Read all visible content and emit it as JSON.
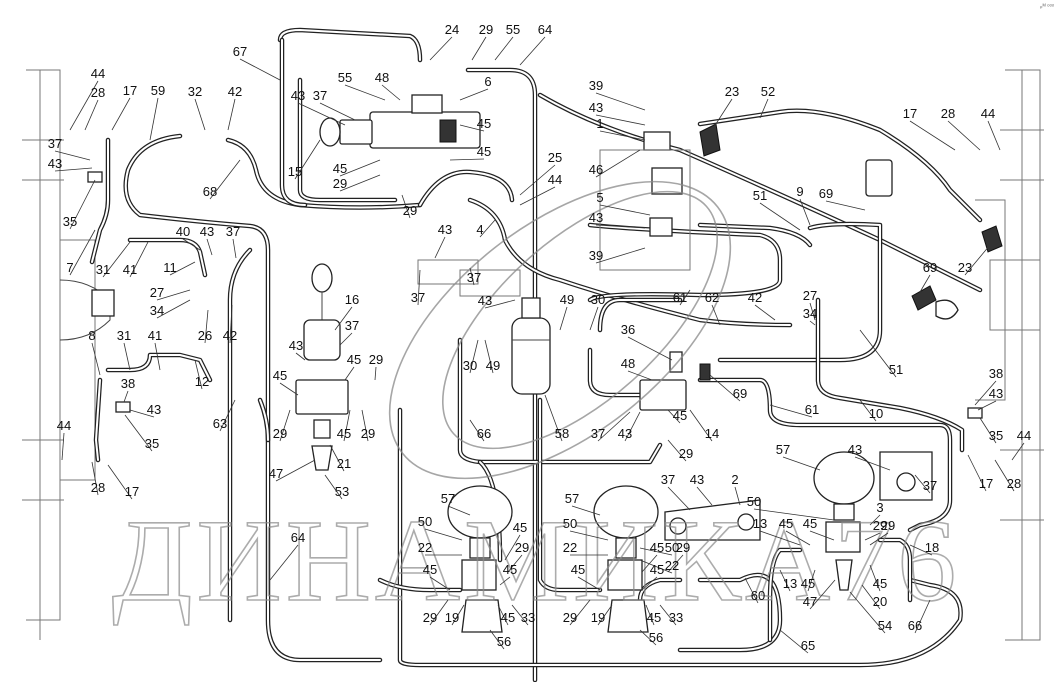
{
  "watermark": "ДИНАМИКА76",
  "corner_mark": "ₚᴹ ᵒᵒᵒ",
  "callouts": [
    {
      "id": "c44a",
      "label": "44"
    },
    {
      "id": "c28a",
      "label": "28"
    },
    {
      "id": "c17a",
      "label": "17"
    },
    {
      "id": "c59",
      "label": "59"
    },
    {
      "id": "c32",
      "label": "32"
    },
    {
      "id": "c42a",
      "label": "42"
    },
    {
      "id": "c37a",
      "label": "37"
    },
    {
      "id": "c43a",
      "label": "43"
    },
    {
      "id": "c35a",
      "label": "35"
    },
    {
      "id": "c7",
      "label": "7"
    },
    {
      "id": "c31a",
      "label": "31"
    },
    {
      "id": "c41a",
      "label": "41"
    },
    {
      "id": "c40",
      "label": "40"
    },
    {
      "id": "c11",
      "label": "11"
    },
    {
      "id": "c43b",
      "label": "43"
    },
    {
      "id": "c37b",
      "label": "37"
    },
    {
      "id": "c27a",
      "label": "27"
    },
    {
      "id": "c34a",
      "label": "34"
    },
    {
      "id": "c26",
      "label": "26"
    },
    {
      "id": "c42b",
      "label": "42"
    },
    {
      "id": "c8",
      "label": "8"
    },
    {
      "id": "c31b",
      "label": "31"
    },
    {
      "id": "c41b",
      "label": "41"
    },
    {
      "id": "c12",
      "label": "12"
    },
    {
      "id": "c38a",
      "label": "38"
    },
    {
      "id": "c43c",
      "label": "43"
    },
    {
      "id": "c35b",
      "label": "35"
    },
    {
      "id": "c44b",
      "label": "44"
    },
    {
      "id": "c28b",
      "label": "28"
    },
    {
      "id": "c17b",
      "label": "17"
    },
    {
      "id": "c67",
      "label": "67"
    },
    {
      "id": "c68",
      "label": "68"
    },
    {
      "id": "c43d",
      "label": "43"
    },
    {
      "id": "c37c",
      "label": "37"
    },
    {
      "id": "c55a",
      "label": "55"
    },
    {
      "id": "c48a",
      "label": "48"
    },
    {
      "id": "c24",
      "label": "24"
    },
    {
      "id": "c29a",
      "label": "29"
    },
    {
      "id": "c55b",
      "label": "55"
    },
    {
      "id": "c64a",
      "label": "64"
    },
    {
      "id": "c6",
      "label": "6"
    },
    {
      "id": "c45a",
      "label": "45"
    },
    {
      "id": "c45b",
      "label": "45"
    },
    {
      "id": "c15",
      "label": "15"
    },
    {
      "id": "c45c",
      "label": "45"
    },
    {
      "id": "c29b",
      "label": "29"
    },
    {
      "id": "c29c",
      "label": "29"
    },
    {
      "id": "c25",
      "label": "25"
    },
    {
      "id": "c44c",
      "label": "44"
    },
    {
      "id": "c4",
      "label": "4"
    },
    {
      "id": "c43e",
      "label": "43"
    },
    {
      "id": "c37d",
      "label": "37"
    },
    {
      "id": "c37e",
      "label": "37"
    },
    {
      "id": "c43f",
      "label": "43"
    },
    {
      "id": "c39a",
      "label": "39"
    },
    {
      "id": "c43g",
      "label": "43"
    },
    {
      "id": "c1",
      "label": "1"
    },
    {
      "id": "c23a",
      "label": "23"
    },
    {
      "id": "c52",
      "label": "52"
    },
    {
      "id": "c46",
      "label": "46"
    },
    {
      "id": "c5",
      "label": "5"
    },
    {
      "id": "c43h",
      "label": "43"
    },
    {
      "id": "c39b",
      "label": "39"
    },
    {
      "id": "c17c",
      "label": "17"
    },
    {
      "id": "c28c",
      "label": "28"
    },
    {
      "id": "c44d",
      "label": "44"
    },
    {
      "id": "c9",
      "label": "9"
    },
    {
      "id": "c69a",
      "label": "69"
    },
    {
      "id": "c51a",
      "label": "51"
    },
    {
      "id": "c23b",
      "label": "23"
    },
    {
      "id": "c69b",
      "label": "69"
    },
    {
      "id": "c61a",
      "label": "61"
    },
    {
      "id": "c62",
      "label": "62"
    },
    {
      "id": "c42c",
      "label": "42"
    },
    {
      "id": "c27b",
      "label": "27"
    },
    {
      "id": "c34b",
      "label": "34"
    },
    {
      "id": "c51b",
      "label": "51"
    },
    {
      "id": "c16",
      "label": "16"
    },
    {
      "id": "c37f",
      "label": "37"
    },
    {
      "id": "c43i",
      "label": "43"
    },
    {
      "id": "c45d",
      "label": "45"
    },
    {
      "id": "c29d",
      "label": "29"
    },
    {
      "id": "c45e",
      "label": "45"
    },
    {
      "id": "c63",
      "label": "63"
    },
    {
      "id": "c29e",
      "label": "29"
    },
    {
      "id": "c45f",
      "label": "45"
    },
    {
      "id": "c29f",
      "label": "29"
    },
    {
      "id": "c21",
      "label": "21"
    },
    {
      "id": "c47a",
      "label": "47"
    },
    {
      "id": "c53",
      "label": "53"
    },
    {
      "id": "c49a",
      "label": "49"
    },
    {
      "id": "c30a",
      "label": "30"
    },
    {
      "id": "c49b",
      "label": "49"
    },
    {
      "id": "c30b",
      "label": "30"
    },
    {
      "id": "c58",
      "label": "58"
    },
    {
      "id": "c36",
      "label": "36"
    },
    {
      "id": "c48b",
      "label": "48"
    },
    {
      "id": "c69c",
      "label": "69"
    },
    {
      "id": "c14",
      "label": "14"
    },
    {
      "id": "c37g",
      "label": "37"
    },
    {
      "id": "c43j",
      "label": "43"
    },
    {
      "id": "c45g",
      "label": "45"
    },
    {
      "id": "c29g",
      "label": "29"
    },
    {
      "id": "c66a",
      "label": "66"
    },
    {
      "id": "c38b",
      "label": "38"
    },
    {
      "id": "c43k",
      "label": "43"
    },
    {
      "id": "c35c",
      "label": "35"
    },
    {
      "id": "c10",
      "label": "10"
    },
    {
      "id": "c61b",
      "label": "61"
    },
    {
      "id": "c57a",
      "label": "57"
    },
    {
      "id": "c43l",
      "label": "43"
    },
    {
      "id": "c37h",
      "label": "37"
    },
    {
      "id": "c17d",
      "label": "17"
    },
    {
      "id": "c28d",
      "label": "28"
    },
    {
      "id": "c44e",
      "label": "44"
    },
    {
      "id": "c37i",
      "label": "37"
    },
    {
      "id": "c43m",
      "label": "43"
    },
    {
      "id": "c2",
      "label": "2"
    },
    {
      "id": "c57b",
      "label": "57"
    },
    {
      "id": "c57c",
      "label": "57"
    },
    {
      "id": "c50a",
      "label": "50"
    },
    {
      "id": "c22a",
      "label": "22"
    },
    {
      "id": "c3",
      "label": "3"
    },
    {
      "id": "c29h",
      "label": "29"
    },
    {
      "id": "c18",
      "label": "18"
    },
    {
      "id": "c50b",
      "label": "50"
    },
    {
      "id": "c45h",
      "label": "45"
    },
    {
      "id": "c29i",
      "label": "29"
    },
    {
      "id": "c50c",
      "label": "50"
    },
    {
      "id": "c22b",
      "label": "22"
    },
    {
      "id": "c45i",
      "label": "45"
    },
    {
      "id": "c29j",
      "label": "29"
    },
    {
      "id": "c50d",
      "label": "50"
    },
    {
      "id": "c22c",
      "label": "22"
    },
    {
      "id": "c45j",
      "label": "45"
    },
    {
      "id": "c29k",
      "label": "29"
    },
    {
      "id": "c13a",
      "label": "13"
    },
    {
      "id": "c45k",
      "label": "45"
    },
    {
      "id": "c45l",
      "label": "45"
    },
    {
      "id": "c64b",
      "label": "64"
    },
    {
      "id": "c45m",
      "label": "45"
    },
    {
      "id": "c45n",
      "label": "45"
    },
    {
      "id": "c45o",
      "label": "45"
    },
    {
      "id": "c13b",
      "label": "13"
    },
    {
      "id": "c45p",
      "label": "45"
    },
    {
      "id": "c47b",
      "label": "47"
    },
    {
      "id": "c20",
      "label": "20"
    },
    {
      "id": "c45q",
      "label": "45"
    },
    {
      "id": "c29l",
      "label": "29"
    },
    {
      "id": "c19a",
      "label": "19"
    },
    {
      "id": "c45r",
      "label": "45"
    },
    {
      "id": "c33a",
      "label": "33"
    },
    {
      "id": "c29m",
      "label": "29"
    },
    {
      "id": "c19b",
      "label": "19"
    },
    {
      "id": "c45s",
      "label": "45"
    },
    {
      "id": "c33b",
      "label": "33"
    },
    {
      "id": "c60",
      "label": "60"
    },
    {
      "id": "c54",
      "label": "54"
    },
    {
      "id": "c56a",
      "label": "56"
    },
    {
      "id": "c56b",
      "label": "56"
    },
    {
      "id": "c65",
      "label": "65"
    },
    {
      "id": "c66b",
      "label": "66"
    }
  ]
}
